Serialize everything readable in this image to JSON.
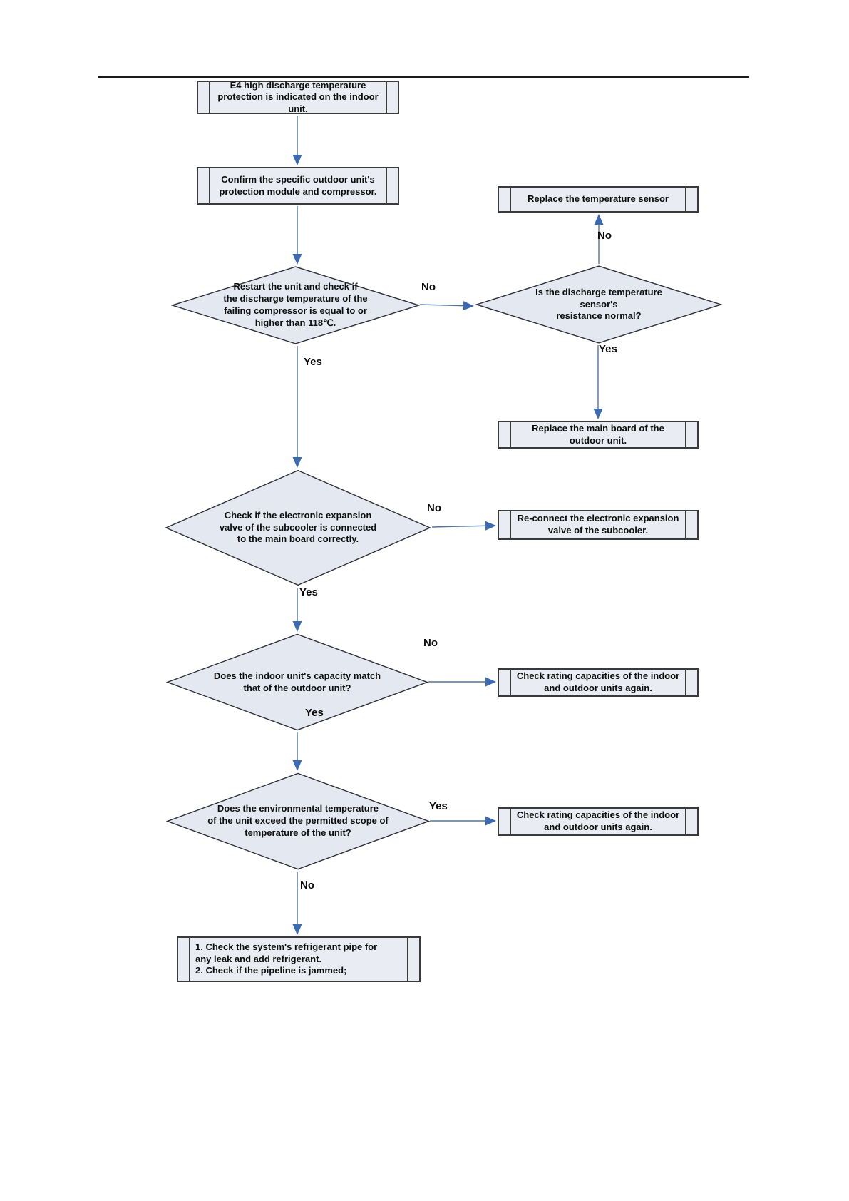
{
  "document": {
    "kind": "troubleshooting-flowchart",
    "error_code": "E4"
  },
  "colors": {
    "node_fill": "#e4e9f1",
    "box_fill": "#e9edf3",
    "node_border": "#3a3a3a",
    "connector_line": "#53759c",
    "arrowhead": "#3c6bb3",
    "text": "#0d0d0d",
    "page_background": "#ffffff"
  },
  "nodes": {
    "start": {
      "type": "predefined-process",
      "label": "E4 high discharge temperature\nprotection is indicated on the indoor unit."
    },
    "confirm": {
      "type": "predefined-process",
      "label": "Confirm the specific outdoor unit's\nprotection module and compressor."
    },
    "restart_check": {
      "type": "decision",
      "label": "Restart the unit and check if\nthe discharge temperature of the\nfailing compressor is equal to or\nhigher than 118℃."
    },
    "sensor_resistance": {
      "type": "decision",
      "label": "Is the discharge temperature\nsensor's\nresistance normal?"
    },
    "replace_sensor": {
      "type": "predefined-process",
      "label": "Replace the temperature sensor"
    },
    "replace_main_board": {
      "type": "predefined-process",
      "label": "Replace the main board of the\noutdoor unit."
    },
    "eev_connected": {
      "type": "decision",
      "label": "Check if the electronic expansion\nvalve of the subcooler is connected\nto the main board correctly."
    },
    "reconnect_eev": {
      "type": "predefined-process",
      "label": "Re-connect the electronic expansion\nvalve of the subcooler."
    },
    "capacity_match": {
      "type": "decision",
      "label": "Does the indoor unit's capacity match\nthat of the outdoor unit?"
    },
    "check_rating_1": {
      "type": "predefined-process",
      "label": "Check rating capacities of the indoor\nand outdoor units again."
    },
    "env_temp": {
      "type": "decision",
      "label": "Does the environmental temperature\nof the unit exceed the permitted scope of\ntemperature of the unit?"
    },
    "check_rating_2": {
      "type": "predefined-process",
      "label": "Check rating capacities of the indoor\nand outdoor units again."
    },
    "final": {
      "type": "predefined-process",
      "label": "1. Check the system's refrigerant pipe for\nany leak and add refrigerant.\n2. Check if the pipeline is jammed;"
    }
  },
  "edge_labels": {
    "restart_no": "No",
    "restart_yes": "Yes",
    "sensor_no": "No",
    "sensor_yes": "Yes",
    "eev_no": "No",
    "eev_yes": "Yes",
    "capacity_no": "No",
    "capacity_yes": "Yes",
    "env_yes": "Yes",
    "env_no": "No"
  }
}
